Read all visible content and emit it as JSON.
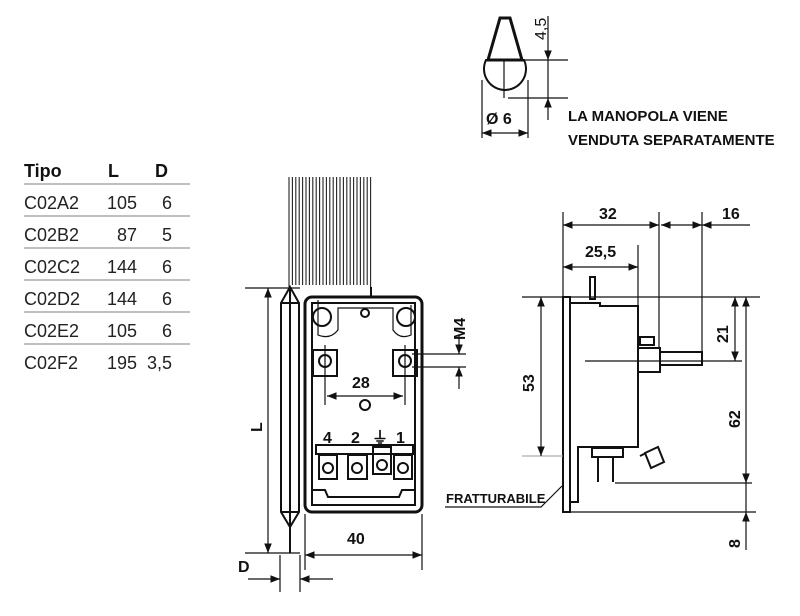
{
  "table": {
    "headers": [
      "Tipo",
      "L",
      "D"
    ],
    "rows": [
      [
        "C02A2",
        "105",
        "6"
      ],
      [
        "C02B2",
        "87",
        "5"
      ],
      [
        "C02C2",
        "144",
        "6"
      ],
      [
        "C02D2",
        "144",
        "6"
      ],
      [
        "C02E2",
        "105",
        "6"
      ],
      [
        "C02F2",
        "195",
        "3,5"
      ]
    ]
  },
  "knob": {
    "height_dim": "4,5",
    "diameter_dim": "Ø 6",
    "note_line1": "LA MANOPOLA VIENE",
    "note_line2": "VENDUTA SEPARATAMENTE"
  },
  "front_view": {
    "dim_L": "L",
    "dim_D": "D",
    "dim_28": "28",
    "dim_40": "40",
    "dim_M4": "M4",
    "terminal_4": "4",
    "terminal_2": "2",
    "terminal_ground": "⏚",
    "terminal_1": "1"
  },
  "side_view": {
    "dim_32": "32",
    "dim_16": "16",
    "dim_25_5": "25,5",
    "dim_53": "53",
    "dim_21": "21",
    "dim_62": "62",
    "dim_8": "8",
    "breakable_label": "FRATTURABILE"
  }
}
